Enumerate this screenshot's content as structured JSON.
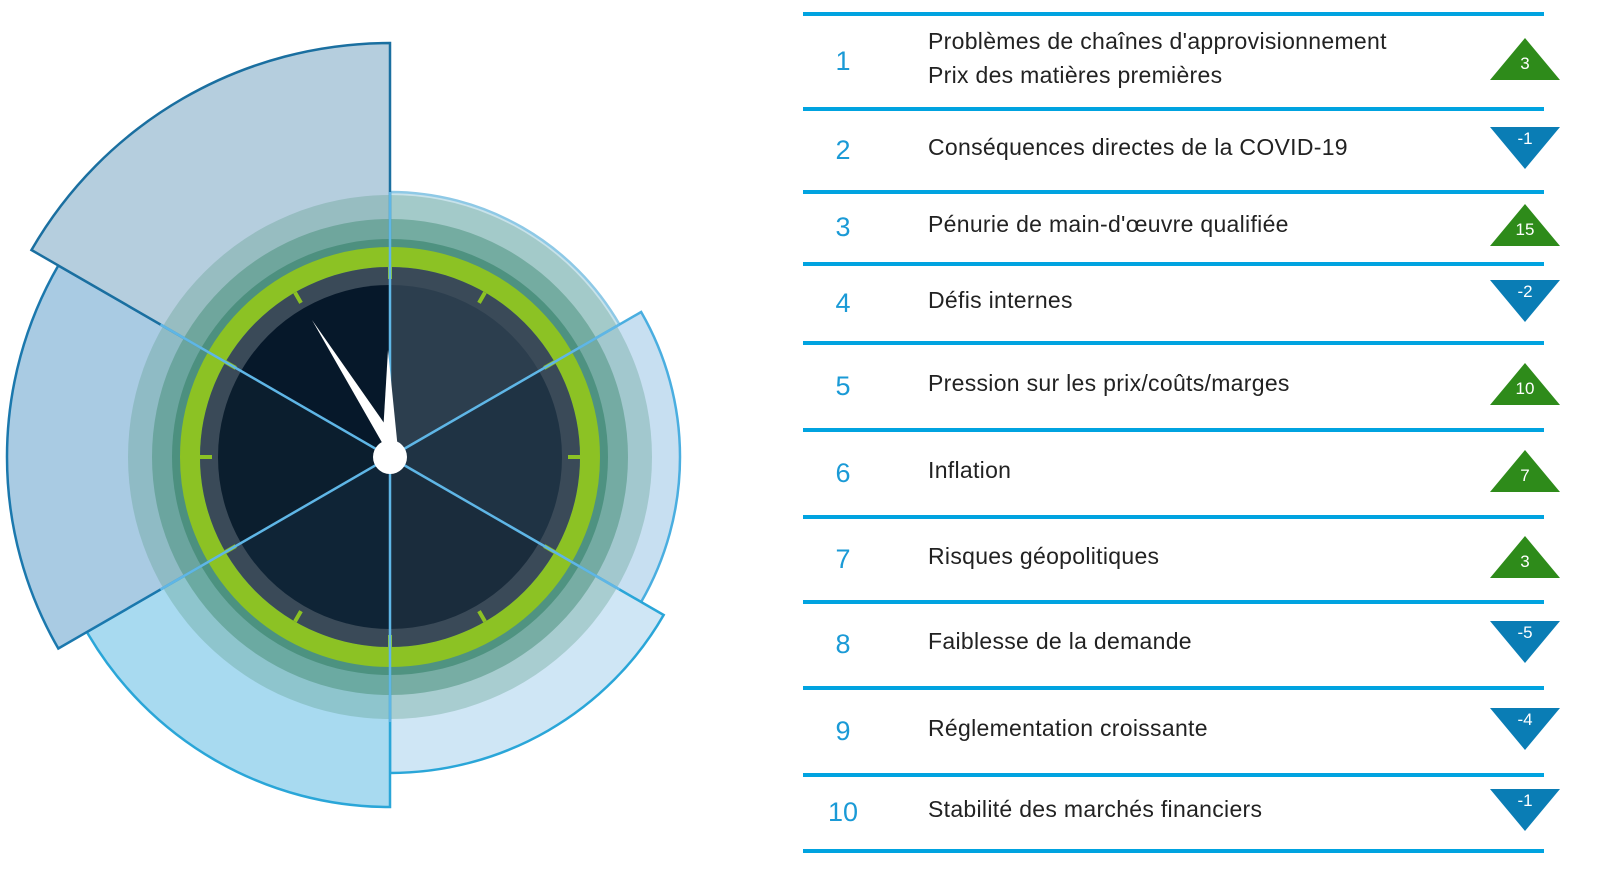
{
  "items": [
    {
      "number": "1",
      "lines": [
        "Problèmes de chaînes d'approvisionnement",
        "Prix des matières premières"
      ],
      "change": "3",
      "direction": "up"
    },
    {
      "number": "2",
      "lines": [
        "Conséquences directes de la COVID-19"
      ],
      "change": "-1",
      "direction": "down"
    },
    {
      "number": "3",
      "lines": [
        "Pénurie de main-d'œuvre qualifiée"
      ],
      "change": "15",
      "direction": "up"
    },
    {
      "number": "4",
      "lines": [
        "Défis internes"
      ],
      "change": "-2",
      "direction": "down"
    },
    {
      "number": "5",
      "lines": [
        "Pression sur les prix/coûts/marges"
      ],
      "change": "10",
      "direction": "up"
    },
    {
      "number": "6",
      "lines": [
        "Inflation"
      ],
      "change": "7",
      "direction": "up"
    },
    {
      "number": "7",
      "lines": [
        "Risques géopolitiques"
      ],
      "change": "3",
      "direction": "up"
    },
    {
      "number": "8",
      "lines": [
        "Faiblesse de la demande"
      ],
      "change": "-5",
      "direction": "down"
    },
    {
      "number": "9",
      "lines": [
        "Réglementation croissante"
      ],
      "change": "-4",
      "direction": "down"
    },
    {
      "number": "10",
      "lines": [
        "Stabilité des marchés financiers"
      ],
      "change": "-1",
      "direction": "down"
    }
  ],
  "colors": {
    "rule": "#00a3e0",
    "number": "#1a9ad6",
    "up": "#2e8b1a",
    "down": "#0a7db5",
    "ring": "#8cc224"
  }
}
